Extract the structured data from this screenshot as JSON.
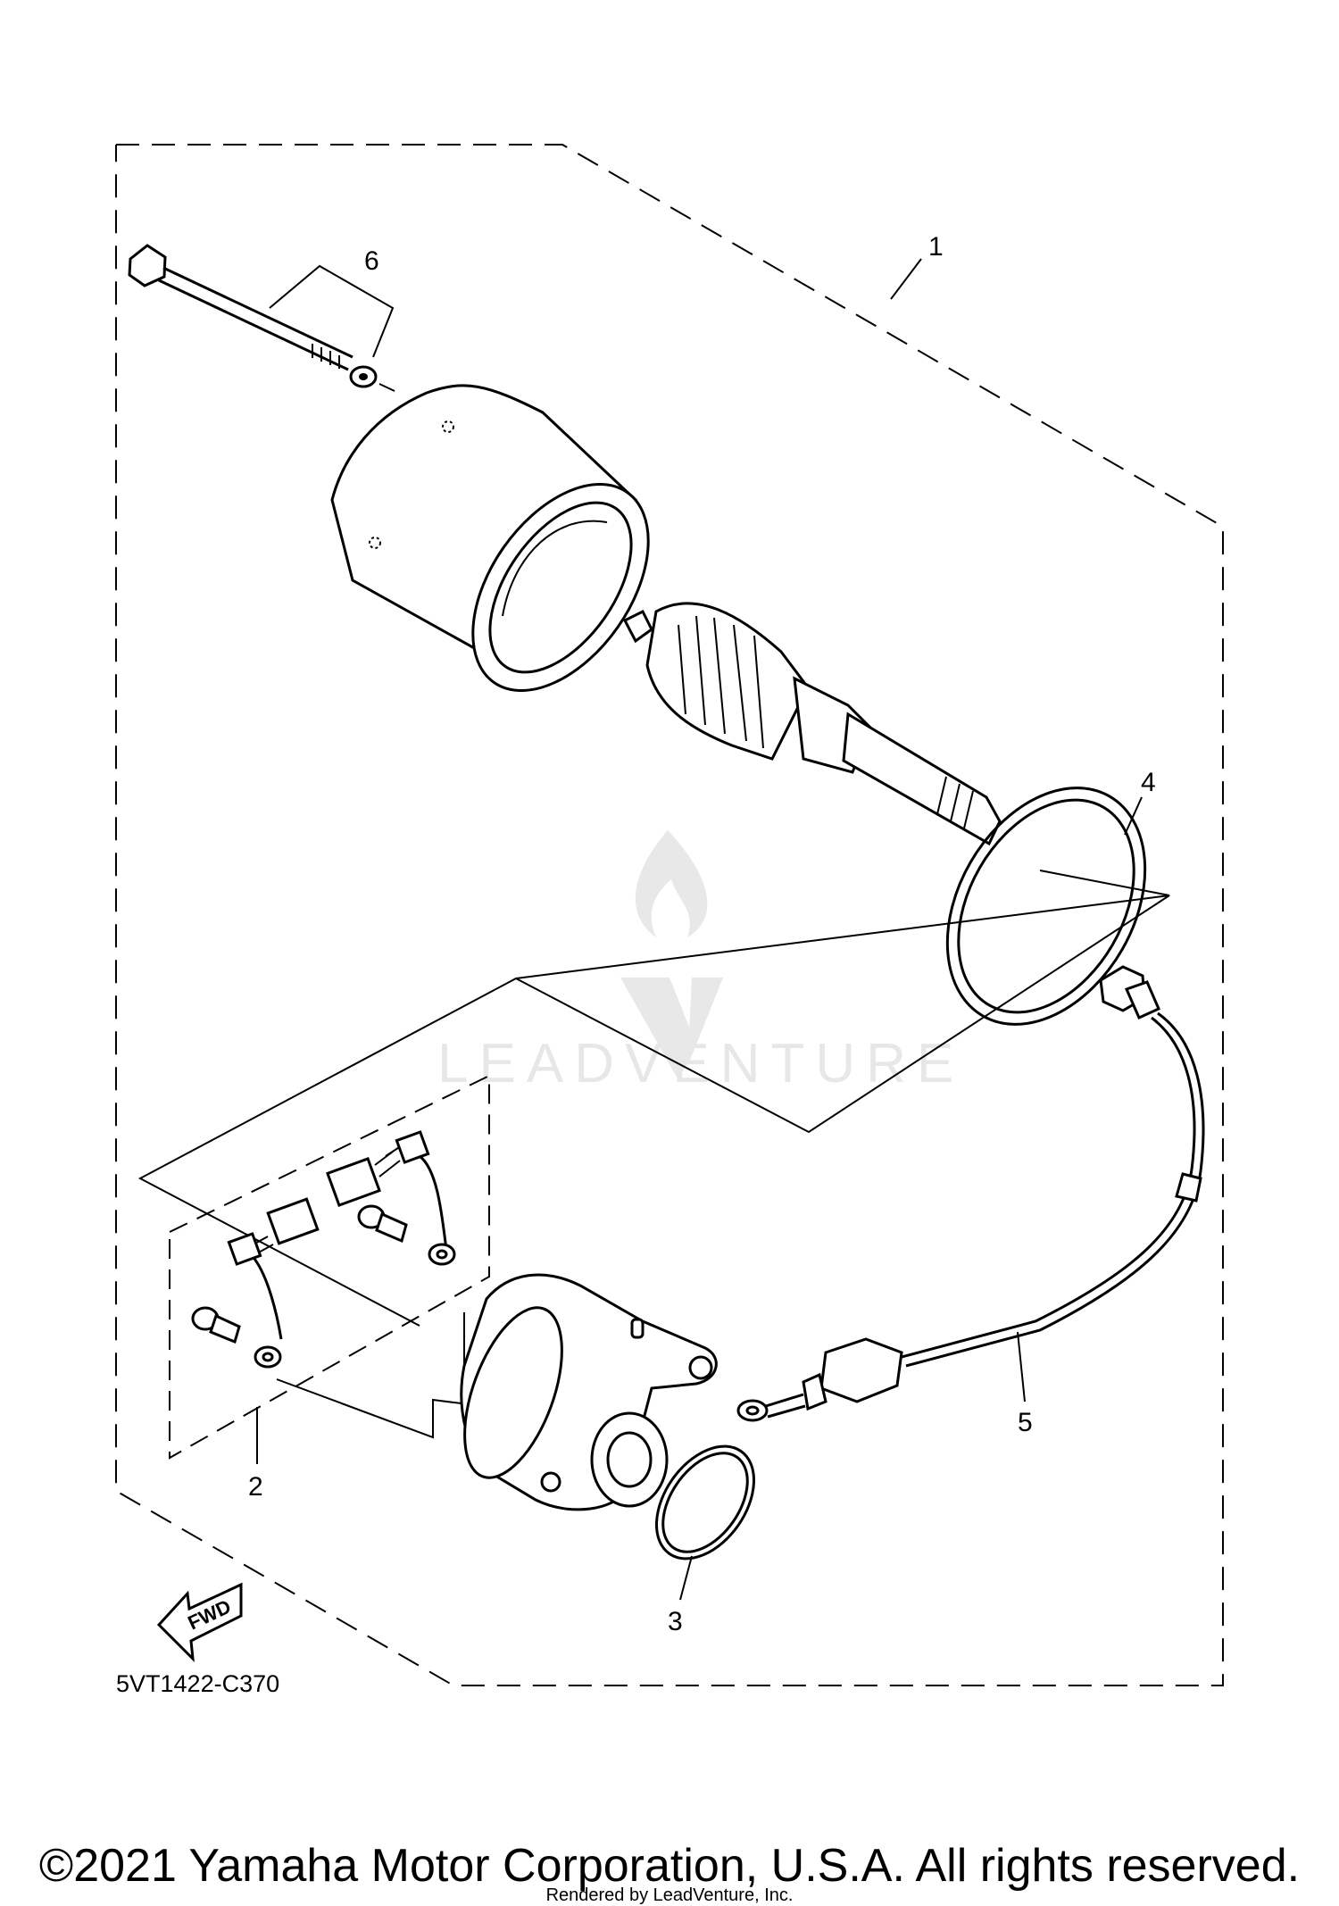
{
  "diagram": {
    "callouts": {
      "c1": "1",
      "c2": "2",
      "c3": "3",
      "c4": "4",
      "c5": "5",
      "c6": "6"
    },
    "direction_label": "FWD",
    "drawing_code": "5VT1422-C370",
    "watermark_text": "LEADVENTURE"
  },
  "footer": {
    "copyright": "©2021 Yamaha Motor Corporation, U.S.A. All rights reserved.",
    "rendered_by": "Rendered by LeadVenture, Inc."
  }
}
